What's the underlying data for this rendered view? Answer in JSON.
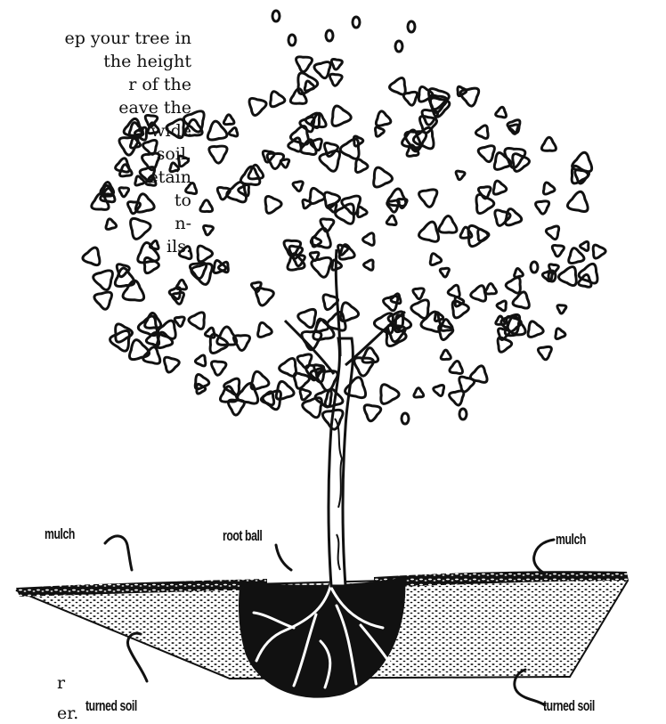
{
  "text_lines": [
    "ep your tree in",
    "the height",
    "r of the",
    "eave the",
    "s wide",
    "soil.",
    "etain",
    "to",
    "n-",
    "ils."
  ],
  "lower_fragments": [
    "r",
    "er."
  ],
  "labels": {
    "mulch_left": "mulch",
    "root_ball": "root ball",
    "mulch_right": "mulch",
    "turned_soil_left": "turned soil",
    "turned_soil_right": "turned soil"
  }
}
